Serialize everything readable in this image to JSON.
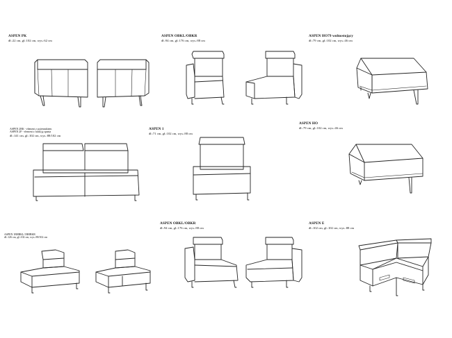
{
  "modules": [
    {
      "id": "pk",
      "name": "ASPEN PK",
      "dims": "dł.:22 cm, gł.:102 cm, wys.:62 cm"
    },
    {
      "id": "obkl1",
      "name": "ASPEN OBKL/OBKR",
      "dims": "dł.:94 cm, gł.:176 cm, wys.:88 cm"
    },
    {
      "id": "ho79",
      "name": "ASPEN HO79 wolnostojący",
      "dims": "dł.:79 cm, gł.:102 cm, wys.:46 cm"
    },
    {
      "id": "2bk",
      "name": "ASPEN 2BK - element z pojemnikiem",
      "note": "ASPEN 2F - element z funkcją spania",
      "dims": "dł.:141 cm, gł.:102 cm, wys.:88/102 cm"
    },
    {
      "id": "1",
      "name": "ASPEN 1",
      "dims": "dł.:71 cm, gł.:102 cm, wys.:88 cm"
    },
    {
      "id": "ho",
      "name": "ASPEN HO",
      "dims": "dł.:79 cm, gł.:102 cm, wys.:46 cm"
    },
    {
      "id": "1bhbkl",
      "name": "ASPEN 1BHBKL/1BHBKR",
      "dims": "dł.:126 cm, gł.:102 cm, wys.:88/102 cm"
    },
    {
      "id": "obkl2",
      "name": "ASPEN OBKL/OBKR",
      "dims": "dł.:94 cm, gł.:176 cm, wys.:88 cm"
    },
    {
      "id": "e",
      "name": "ASPEN E",
      "dims": "dł.:102 cm, gł.:102 cm, wys.:88 cm"
    }
  ]
}
